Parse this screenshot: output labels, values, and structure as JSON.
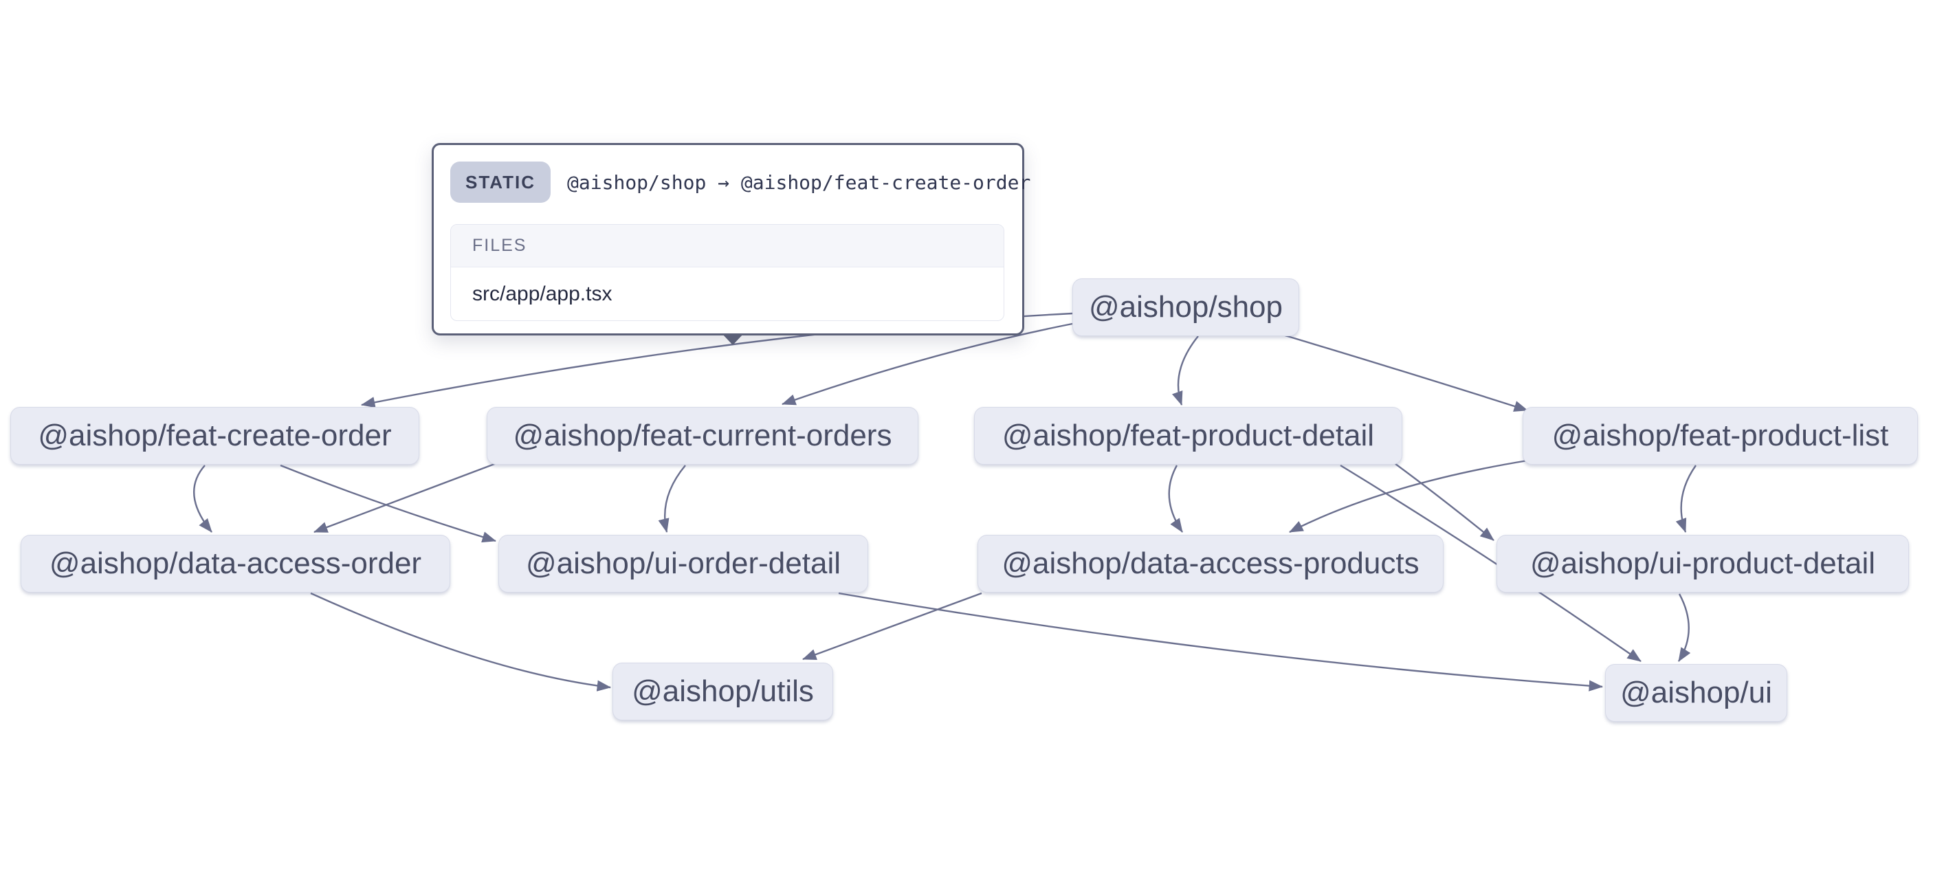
{
  "colors": {
    "background": "#ffffff",
    "node_fill": "#e9ebf4",
    "node_border": "#d7dae8",
    "node_text": "#484d64",
    "edge": "#6a6f8e",
    "tooltip_border": "#5b6078",
    "badge_bg": "#c9cede",
    "badge_text": "#3a4059"
  },
  "tooltip": {
    "type_label": "STATIC",
    "edge_text": "@aishop/shop → @aishop/feat-create-order",
    "files_header": "FILES",
    "files": [
      "src/app/app.tsx"
    ]
  },
  "graph": {
    "nodes": [
      {
        "id": "shop",
        "label": "@aishop/shop"
      },
      {
        "id": "feat-create-order",
        "label": "@aishop/feat-create-order"
      },
      {
        "id": "feat-current-orders",
        "label": "@aishop/feat-current-orders"
      },
      {
        "id": "feat-product-detail",
        "label": "@aishop/feat-product-detail"
      },
      {
        "id": "feat-product-list",
        "label": "@aishop/feat-product-list"
      },
      {
        "id": "data-access-order",
        "label": "@aishop/data-access-order"
      },
      {
        "id": "ui-order-detail",
        "label": "@aishop/ui-order-detail"
      },
      {
        "id": "data-access-products",
        "label": "@aishop/data-access-products"
      },
      {
        "id": "ui-product-detail",
        "label": "@aishop/ui-product-detail"
      },
      {
        "id": "utils",
        "label": "@aishop/utils"
      },
      {
        "id": "ui",
        "label": "@aishop/ui"
      }
    ],
    "edges": [
      {
        "from": "shop",
        "to": "feat-create-order",
        "type": "static",
        "hovered": true
      },
      {
        "from": "shop",
        "to": "feat-current-orders",
        "type": "static"
      },
      {
        "from": "shop",
        "to": "feat-product-detail",
        "type": "static"
      },
      {
        "from": "shop",
        "to": "feat-product-list",
        "type": "static"
      },
      {
        "from": "feat-create-order",
        "to": "data-access-order",
        "type": "static"
      },
      {
        "from": "feat-create-order",
        "to": "ui-order-detail",
        "type": "static"
      },
      {
        "from": "feat-current-orders",
        "to": "data-access-order",
        "type": "static"
      },
      {
        "from": "feat-current-orders",
        "to": "ui-order-detail",
        "type": "static"
      },
      {
        "from": "feat-product-detail",
        "to": "data-access-products",
        "type": "static"
      },
      {
        "from": "feat-product-detail",
        "to": "ui-product-detail",
        "type": "static"
      },
      {
        "from": "feat-product-detail",
        "to": "ui",
        "type": "static"
      },
      {
        "from": "feat-product-list",
        "to": "data-access-products",
        "type": "static"
      },
      {
        "from": "feat-product-list",
        "to": "ui-product-detail",
        "type": "static"
      },
      {
        "from": "data-access-order",
        "to": "utils",
        "type": "static"
      },
      {
        "from": "data-access-products",
        "to": "utils",
        "type": "static"
      },
      {
        "from": "ui-order-detail",
        "to": "ui",
        "type": "static"
      },
      {
        "from": "ui-product-detail",
        "to": "ui",
        "type": "static"
      }
    ]
  }
}
